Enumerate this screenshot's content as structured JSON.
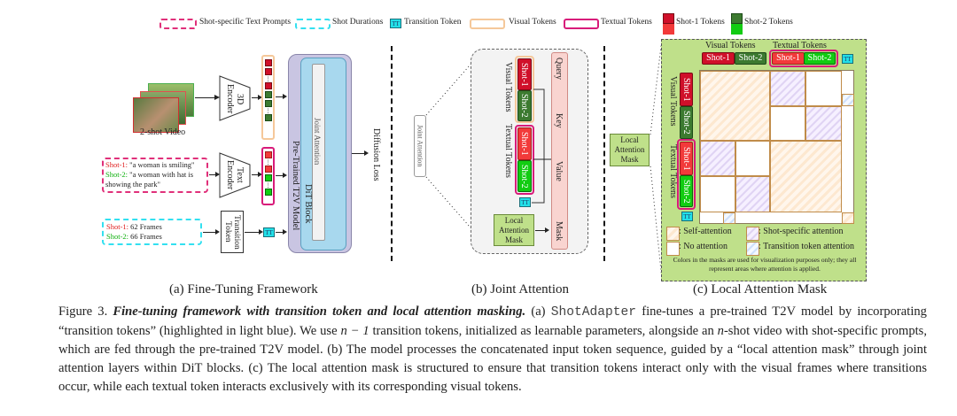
{
  "legend": {
    "items": [
      {
        "label": "Shot-specific Text Prompts",
        "icon": "pink-dashed-box"
      },
      {
        "label": "Shot Durations",
        "icon": "cyan-dashed-box"
      },
      {
        "label": "Transition Token",
        "icon": "tt-box",
        "glyph": "TT"
      },
      {
        "label": "Visual Tokens",
        "icon": "orange-rounded-box"
      },
      {
        "label": "Textual Tokens",
        "icon": "magenta-rounded-box"
      },
      {
        "label": "Shot-1 Tokens",
        "icon": "red-token-pair"
      },
      {
        "label": "Shot-2 Tokens",
        "icon": "green-token-pair"
      }
    ]
  },
  "colors": {
    "shot1_dark": "#d0102a",
    "shot1_light": "#f23a3a",
    "shot2_dark": "#3c7a30",
    "shot2_light": "#12cc12",
    "transition_token": "#22e0e8",
    "text_prompt_border": "#e0307a",
    "duration_border": "#33e0f0",
    "visual_token_border": "#f5c89a",
    "textual_token_border": "#d81b7a",
    "model_bg": "#c9c5e2",
    "dit_bg": "#a8d8ee",
    "mask_bg": "#bfe08a"
  },
  "panel_a": {
    "video_label": "2-shot Video",
    "encoder_3d": "3D Encoder",
    "text_encoder": "Text Encoder",
    "transition_token": "Transition Token",
    "tt_glyph": "TT",
    "prompts": [
      {
        "shot": "Shot-1:",
        "text": "\"a woman is smiling\""
      },
      {
        "shot": "Shot-2:",
        "text": "\"a woman with hat is showing the park\""
      }
    ],
    "durations": [
      {
        "shot": "Shot-1:",
        "text": "62 Frames"
      },
      {
        "shot": "Shot-2:",
        "text": "66 Frames"
      }
    ],
    "model_label": "Pre-Trained T2V Model",
    "dit_label": "DiT Block",
    "joint_attention": "Joint Attention",
    "loss_label": "Diffusion Loss",
    "caption": "(a) Fine-Tuning Framework"
  },
  "panel_b": {
    "joint_attention": "Joint Attention",
    "visual_tokens": "Visual Tokens",
    "textual_tokens": "Textual Tokens",
    "shot1": "Shot-1",
    "shot2": "Shot-2",
    "tt_glyph": "TT",
    "qkvm": [
      "Query",
      "Key",
      "Value",
      "Mask"
    ],
    "local_mask": "Local Attention Mask",
    "caption": "(b) Joint Attention"
  },
  "panel_c": {
    "local_mask": "Local Attention Mask",
    "visual_tokens": "Visual Tokens",
    "textual_tokens": "Textual Tokens",
    "shot1": "Shot-1",
    "shot2": "Shot-2",
    "tt_glyph": "TT",
    "legend": [
      {
        "label": ": Self-attention",
        "icon": "self-attention-swatch"
      },
      {
        "label": ": Shot-specific attention",
        "icon": "shot-specific-swatch"
      },
      {
        "label": ": No attention",
        "icon": "no-attention-swatch"
      },
      {
        "label": ": Transition token attention",
        "icon": "transition-swatch"
      }
    ],
    "note": "Colors in the masks are used for visualization purposes only; they all represent areas where attention is applied.",
    "caption": "(c) Local Attention Mask"
  },
  "caption": {
    "label": "Figure 3.",
    "title": "Fine-tuning framework with transition token and local attention masking.",
    "part_a_prefix": "(a)",
    "code": "ShotAdapter",
    "body1": "fine-tunes a pre-trained T2V model by incorporating “transition tokens” (highlighted in light blue). We use",
    "math": "n − 1",
    "body2": "transition tokens, initialized as learnable parameters, alongside an",
    "math2": "n",
    "body3": "-shot video with shot-specific prompts, which are fed through the pre-trained T2V model. (b) The model processes the concatenated input token sequence, guided by a “local attention mask” through joint attention layers within DiT blocks. (c) The local attention mask is structured to ensure that transition tokens interact only with the visual frames where transitions occur, while each textual token interacts exclusively with its corresponding visual tokens."
  }
}
